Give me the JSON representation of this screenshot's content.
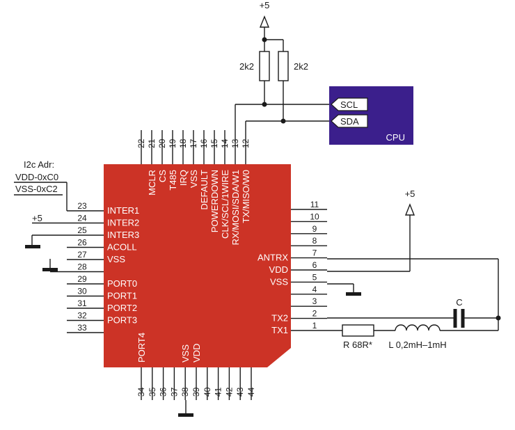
{
  "diagram": {
    "power_label": "+5",
    "resistor_values": [
      "2k2",
      "2k2"
    ],
    "cpu": {
      "label": "CPU",
      "scl": "SCL",
      "sda": "SDA"
    },
    "i2c_note": [
      "I2c Adr:",
      "VDD-0xC0",
      "VSS-0xC2"
    ],
    "top_pins": [
      {
        "num": "22",
        "label": ""
      },
      {
        "num": "21",
        "label": "MCLR"
      },
      {
        "num": "20",
        "label": "CS"
      },
      {
        "num": "19",
        "label": "T485"
      },
      {
        "num": "18",
        "label": "IRQ"
      },
      {
        "num": "17",
        "label": "VSS"
      },
      {
        "num": "16",
        "label": "DEFAULT"
      },
      {
        "num": "15",
        "label": "POWERDOWN"
      },
      {
        "num": "14",
        "label": "CLK/SCL/1WIRE"
      },
      {
        "num": "13",
        "label": "RX/MOSI/SDA/W1"
      },
      {
        "num": "12",
        "label": "TX/MISO/W0"
      }
    ],
    "left_pins": [
      {
        "num": "23",
        "label": "INTER1"
      },
      {
        "num": "24",
        "label": "INTER2"
      },
      {
        "num": "25",
        "label": "INTER3"
      },
      {
        "num": "26",
        "label": "ACOLL"
      },
      {
        "num": "27",
        "label": "VSS"
      },
      {
        "num": "28",
        "label": ""
      },
      {
        "num": "29",
        "label": "PORT0"
      },
      {
        "num": "30",
        "label": "PORT1"
      },
      {
        "num": "31",
        "label": "PORT2"
      },
      {
        "num": "32",
        "label": "PORT3"
      },
      {
        "num": "33",
        "label": ""
      }
    ],
    "right_pins": [
      {
        "num": "11",
        "label": ""
      },
      {
        "num": "10",
        "label": ""
      },
      {
        "num": "9",
        "label": ""
      },
      {
        "num": "8",
        "label": ""
      },
      {
        "num": "7",
        "label": "ANTRX"
      },
      {
        "num": "6",
        "label": "VDD"
      },
      {
        "num": "5",
        "label": "VSS"
      },
      {
        "num": "4",
        "label": ""
      },
      {
        "num": "3",
        "label": ""
      },
      {
        "num": "2",
        "label": "TX2"
      },
      {
        "num": "1",
        "label": "TX1"
      }
    ],
    "bottom_pins": [
      {
        "num": "34",
        "label": "PORT4"
      },
      {
        "num": "35",
        "label": ""
      },
      {
        "num": "36",
        "label": ""
      },
      {
        "num": "37",
        "label": ""
      },
      {
        "num": "38",
        "label": "VSS"
      },
      {
        "num": "39",
        "label": "VDD"
      },
      {
        "num": "40",
        "label": ""
      },
      {
        "num": "41",
        "label": ""
      },
      {
        "num": "42",
        "label": ""
      },
      {
        "num": "43",
        "label": ""
      },
      {
        "num": "44",
        "label": ""
      }
    ],
    "components": {
      "capacitor": "C",
      "resistor": "R 68R*",
      "inductor": "L 0,2mH–1mH"
    },
    "colors": {
      "chip": "#cc3326",
      "cpu": "#3b1f8c",
      "wire": "#1a1a1a"
    }
  }
}
